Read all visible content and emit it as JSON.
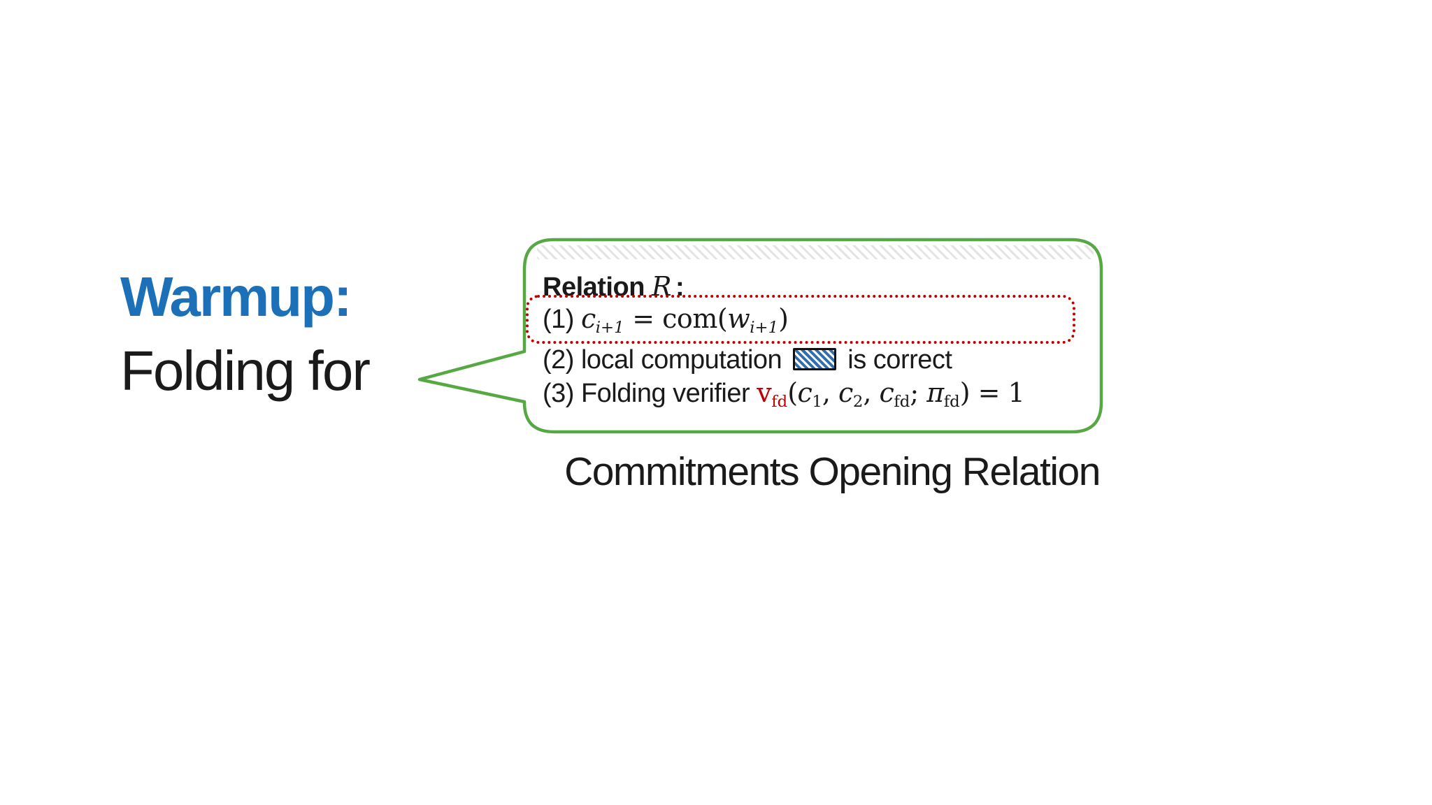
{
  "slide": {
    "title": {
      "line1": "Warmup:",
      "line2": "Folding for"
    },
    "caption": "Commitments Opening Relation",
    "colors": {
      "title_blue": "#1B70B8",
      "bubble_green": "#56A942",
      "highlight_red": "#C00000",
      "text_black": "#1A1A1A",
      "hatch_blue": "#2F6EB0"
    },
    "bubble": {
      "heading": {
        "label": "Relation",
        "math_var": "R",
        "colon": ":"
      },
      "items": [
        {
          "index": "(1)",
          "boxed": true,
          "segments": [
            {
              "t": "c",
              "s": "it"
            },
            {
              "t": "i+1",
              "s": "it-sub"
            },
            {
              "t": " = com(",
              "s": "rm"
            },
            {
              "t": "w",
              "s": "it"
            },
            {
              "t": "i+1",
              "s": "it-sub"
            },
            {
              "t": ")",
              "s": "rm"
            }
          ]
        },
        {
          "index": "(2)",
          "boxed": false,
          "segments": [
            {
              "t": "local computation ",
              "s": "sans"
            },
            {
              "t": "",
              "s": "hatch"
            },
            {
              "t": " is correct",
              "s": "sans"
            }
          ]
        },
        {
          "index": "(3)",
          "boxed": false,
          "segments": [
            {
              "t": "Folding verifier ",
              "s": "sans"
            },
            {
              "t": "v",
              "s": "red-rm"
            },
            {
              "t": "fd",
              "s": "red-sub"
            },
            {
              "t": "(",
              "s": "rm"
            },
            {
              "t": "c",
              "s": "it"
            },
            {
              "t": "1",
              "s": "rm-sub"
            },
            {
              "t": ", ",
              "s": "rm"
            },
            {
              "t": "c",
              "s": "it"
            },
            {
              "t": "2",
              "s": "rm-sub"
            },
            {
              "t": ", ",
              "s": "rm"
            },
            {
              "t": "c",
              "s": "it"
            },
            {
              "t": "fd",
              "s": "rm-sub"
            },
            {
              "t": "; ",
              "s": "rm"
            },
            {
              "t": "π",
              "s": "it"
            },
            {
              "t": "fd",
              "s": "rm-sub"
            },
            {
              "t": ") = 1",
              "s": "rm"
            }
          ]
        }
      ]
    }
  }
}
